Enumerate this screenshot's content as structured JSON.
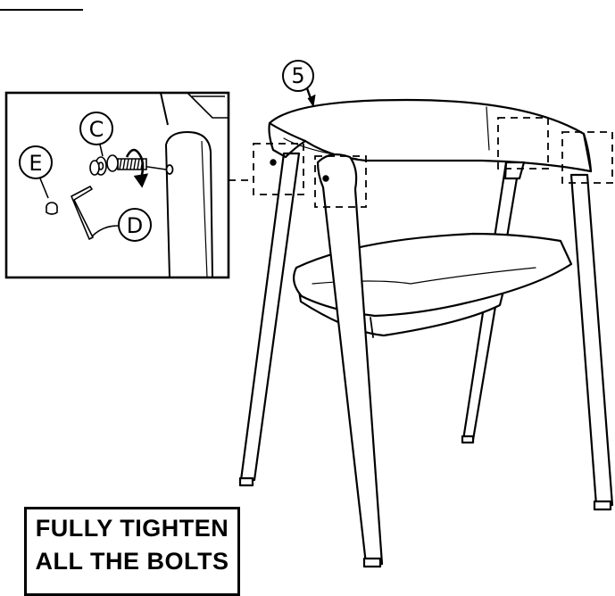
{
  "callouts": {
    "part_number": "5",
    "bolt": "C",
    "allen_key": "D",
    "cap": "E"
  },
  "note": {
    "line1": "FULLY TIGHTEN",
    "line2": "ALL THE BOLTS"
  }
}
